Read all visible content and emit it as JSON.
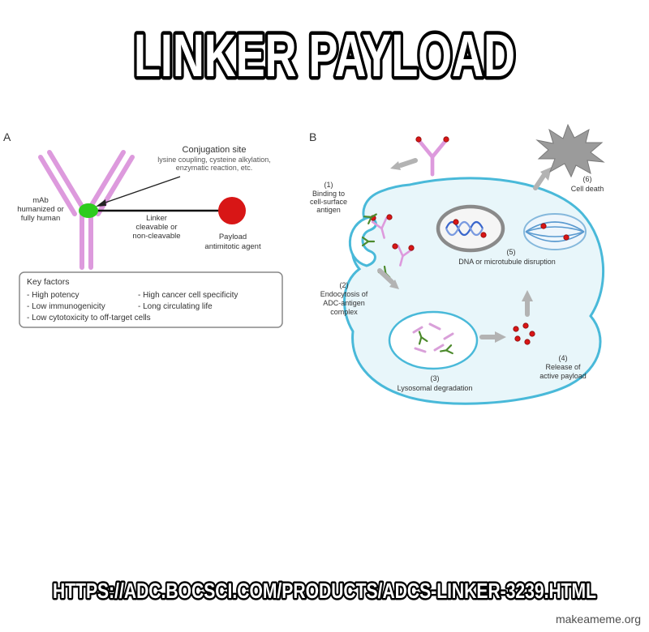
{
  "meme": {
    "title": "LINKER PAYLOAD",
    "bottom_text": "HTTPS://ADC.BOCSCI.COM/PRODUCTS/ADCS-LINKER-3239.HTML",
    "watermark": "makeameme.org"
  },
  "panel_a": {
    "label": "A",
    "conjugation": [
      "Conjugation site",
      "lysine coupling, cysteine alkylation,",
      "enzymatic reaction, etc."
    ],
    "mab": [
      "mAb",
      "humanized or",
      "fully human"
    ],
    "linker": [
      "Linker",
      "cleavable or",
      "non-cleavable"
    ],
    "payload": [
      "Payload",
      "antimitotic agent"
    ],
    "key_factors": {
      "title": "Key factors",
      "col1": [
        "- High potency",
        "- Low immunogenicity",
        "- Low cytotoxicity to off-target cells"
      ],
      "col2": [
        "- High cancer cell specificity",
        "- Long circulating life"
      ]
    }
  },
  "panel_b": {
    "label": "B",
    "step1": [
      "(1)",
      "Binding to",
      "cell-surface",
      "antigen"
    ],
    "step2": [
      "(2)",
      "Endocytosis of",
      "ADC-antigen",
      "complex"
    ],
    "step3": [
      "(3)",
      "Lysosomal degradation"
    ],
    "step4": [
      "(4)",
      "Release of",
      "active payload"
    ],
    "step5": [
      "(5)",
      "DNA or microtubule disruption"
    ],
    "step6": [
      "(6)",
      "Cell death"
    ]
  },
  "colors": {
    "antibody_pink": "#dd9add",
    "linker_dot_green": "#2ecc1e",
    "payload_red": "#d81616",
    "cell_fill": "#e8f6fa",
    "cell_border": "#49b9d9",
    "arrow_gray": "#b3b3b3",
    "antigen_green": "#4c8a2c",
    "death_star_gray": "#9b9b9b"
  }
}
